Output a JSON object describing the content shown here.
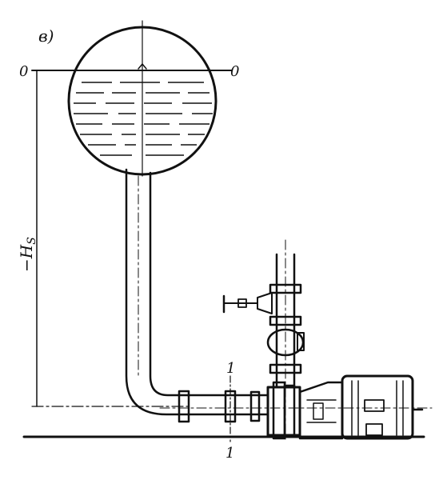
{
  "figure": {
    "panel_label": "в)",
    "level_label_left": "0",
    "level_label_right": "0",
    "suction_head_label": "−H",
    "suction_head_subscript": "S",
    "section_label_top": "1",
    "section_label_bottom": "1"
  }
}
